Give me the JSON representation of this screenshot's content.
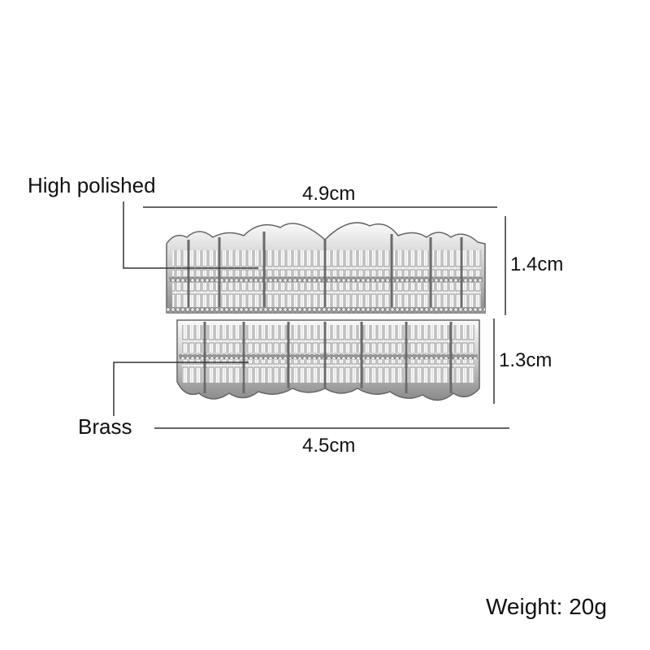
{
  "labels": {
    "material_top": "High polished",
    "material_bottom": "Brass"
  },
  "dimensions": {
    "top_width": "4.9cm",
    "bottom_width": "4.5cm",
    "top_height": "1.4cm",
    "bottom_height": "1.3cm"
  },
  "weight": "Weight: 20g",
  "colors": {
    "metal": "#d8d8d8",
    "metal_dark": "#6e6e6e",
    "line": "#333333",
    "background": "#ffffff"
  }
}
